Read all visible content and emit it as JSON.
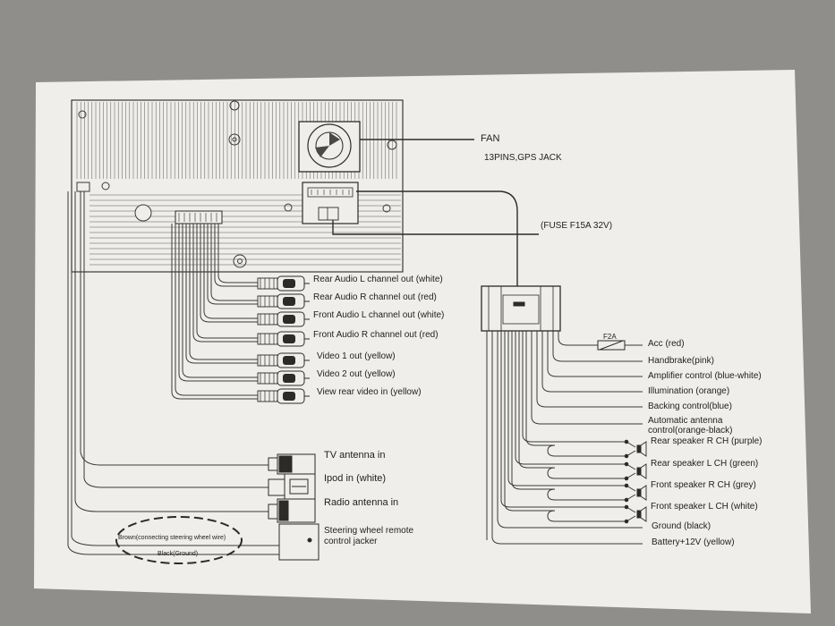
{
  "top_labels": {
    "fan": "FAN",
    "gps": "13PINS,GPS JACK",
    "fuse": "(FUSE F15A  32V)"
  },
  "left_rca_labels": [
    "Rear Audio L channel out (white)",
    "Rear Audio R channel out (red)",
    "Front Audio L channel out (white)",
    "Front Audio R channel out (red)",
    "Video 1 out (yellow)",
    "Video 2 out (yellow)",
    "View rear video in (yellow)"
  ],
  "left_bottom_labels": {
    "tv_antenna": "TV antenna in",
    "ipod": "Ipod in (white)",
    "radio_antenna": "Radio antenna in",
    "steering_line1": "Steering wheel remote",
    "steering_line2": "control jacker",
    "brown_wire": "Brown(connecting steering wheel wire)",
    "black_ground": "Black(Ground)"
  },
  "harness": {
    "f2a": "F2A",
    "labels": [
      "Acc (red)",
      "Handbrake(pink)",
      "Amplifier control (blue-white)",
      "Illumination (orange)",
      "Backing control(blue)",
      "Automatic antenna",
      "control(orange-black)",
      "Rear speaker R CH (purple)",
      "Rear speaker L CH (green)",
      "Front speaker R CH (grey)",
      "Front speaker L CH (white)",
      "Ground (black)",
      "Battery+12V (yellow)"
    ]
  },
  "colors": {
    "background": "#8f8e8a",
    "card": "#efeeea",
    "ink": "#1f1e1c"
  }
}
